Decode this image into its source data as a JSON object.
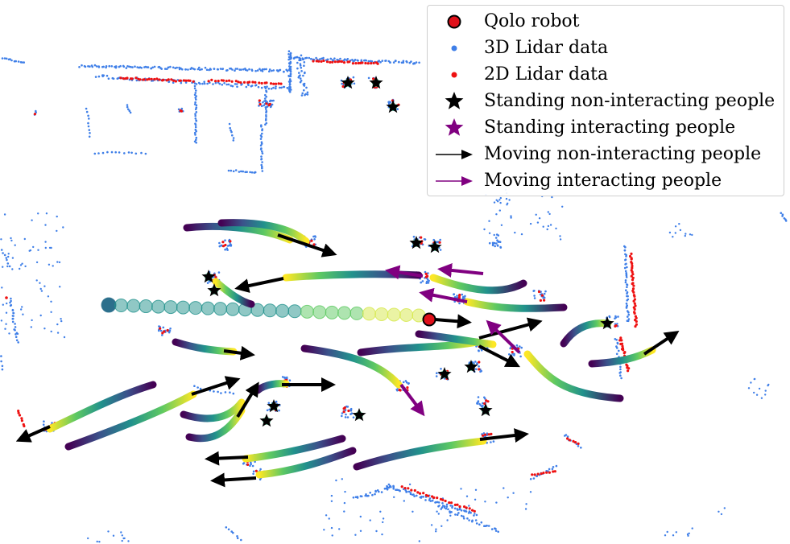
{
  "chart_data": {
    "type": "scatter",
    "title": "",
    "xlabel": "",
    "ylabel": "",
    "grid": false,
    "legend_position": "top-right",
    "legend": [
      {
        "key": "robot",
        "label": "Qolo robot",
        "marker": "circle",
        "color": "#e0101a",
        "edge": "#000000"
      },
      {
        "key": "lidar3d",
        "label": "3D Lidar data",
        "marker": "dot",
        "color": "#3f7fe8"
      },
      {
        "key": "lidar2d",
        "label": "2D Lidar data",
        "marker": "dot",
        "color": "#ee1111"
      },
      {
        "key": "standing_non",
        "label": "Standing non-interacting people",
        "marker": "star",
        "color": "#000000"
      },
      {
        "key": "standing_int",
        "label": "Standing interacting people",
        "marker": "star",
        "color": "#800080"
      },
      {
        "key": "moving_non",
        "label": "Moving non-interacting people",
        "marker": "arrow",
        "color": "#000000"
      },
      {
        "key": "moving_int",
        "label": "Moving interacting people",
        "marker": "arrow",
        "color": "#800080"
      }
    ],
    "colors": {
      "robot": "#e0101a",
      "lidar3d": "#3f7fe8",
      "lidar2d": "#ee1111",
      "non_interacting": "#000000",
      "interacting": "#800080",
      "trajectory_colormap": [
        "#440154",
        "#3b528b",
        "#21918c",
        "#5ec962",
        "#fde725"
      ]
    }
  }
}
